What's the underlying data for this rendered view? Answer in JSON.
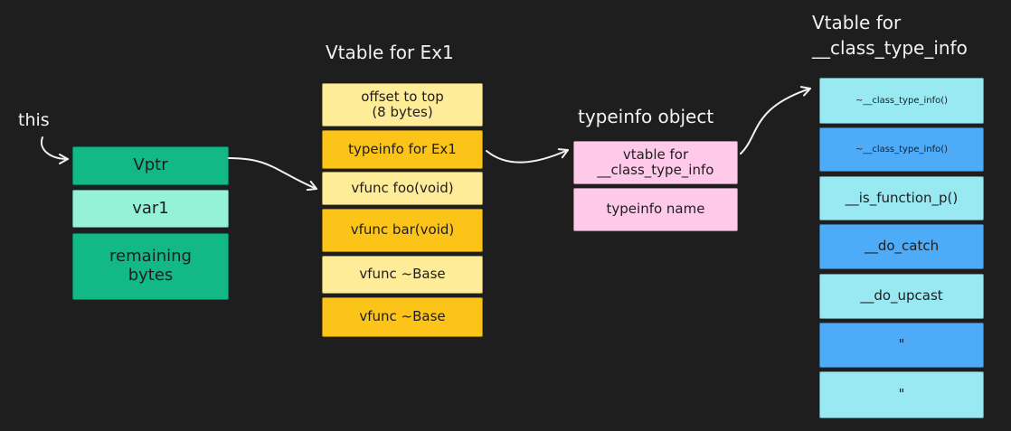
{
  "colors": {
    "background": "#1e1e1e",
    "text_light": "#f2f2f2",
    "green_dark": "#12b886",
    "green_light": "#96f2d7",
    "yellow_light": "#ffec99",
    "yellow_dark": "#fcc419",
    "pink": "#ffc9e9",
    "cyan_light": "#99e9f2",
    "blue": "#4dabf7",
    "arrow": "#f2f2f2"
  },
  "labels": {
    "this": "this",
    "vtable_ex1": "Vtable for Ex1",
    "typeinfo_object": "typeinfo object",
    "vtable_cti_line1": "Vtable for",
    "vtable_cti_line2": "__class_type_info"
  },
  "object_layout": {
    "vptr": "Vptr",
    "var1": "var1",
    "remaining": "remaining\nbytes"
  },
  "vtable_ex1": {
    "offset_to_top": "offset to top\n(8 bytes)",
    "typeinfo": "typeinfo for Ex1",
    "vfunc_foo": "vfunc foo(void)",
    "vfunc_bar": "vfunc bar(void)",
    "vfunc_base_1": "vfunc ~Base",
    "vfunc_base_2": "vfunc ~Base"
  },
  "typeinfo_obj": {
    "vtable_for": "vtable for\n__class_type_info",
    "typeinfo_name": "typeinfo name"
  },
  "vtable_cti": {
    "dtor_1": "~__class_type_info()",
    "dtor_2": "~__class_type_info()",
    "is_function_p": "__is_function_p()",
    "do_catch": "__do_catch",
    "do_upcast": "__do_upcast",
    "ditto_1": "\"",
    "ditto_2": "\""
  }
}
